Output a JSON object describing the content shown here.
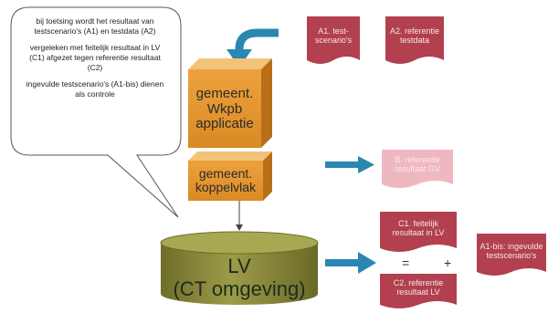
{
  "callout": {
    "line1": "bij toetsing wordt het resultaat van testscenario's (A1) en testdata (A2)",
    "line2": "vergeleken met feitelijk resultaat in LV (C1) afgezet tegen referentie resultaat (C2)",
    "line3": "ingevulde testscenario's (A1-bis) dienen als controle"
  },
  "boxes": {
    "application": "gemeent. Wkpb applicatie",
    "interface": "gemeent. koppelvlak"
  },
  "database": {
    "line1": "LV",
    "line2": "(CT omgeving)"
  },
  "documents": {
    "a1": "A1. test-scenario's",
    "a2": "A2. referentie testdata",
    "b": "B. referentie resultaat GV",
    "c1": "C1. feitelijk resultaat in LV",
    "c2": "C2. referentie resultaat LV",
    "a1bis": "A1-bis: ingevulde testscenario's"
  },
  "signs": {
    "equals": "=",
    "plus": "+"
  },
  "colors": {
    "box_fill": "#e3952f",
    "doc_red": "#b2404f",
    "doc_pink": "#efb8c0",
    "cylinder": "#8b8a3c",
    "arrow_blue": "#2a87b2"
  }
}
